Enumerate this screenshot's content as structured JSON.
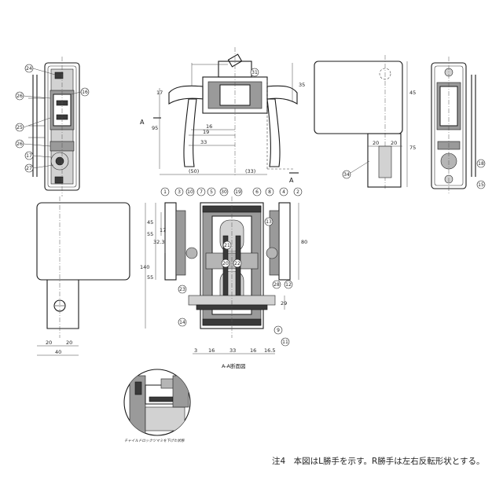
{
  "note": "注4　本図はL勝手を示す。R勝手は左右反転形状とする。",
  "section_label": "A-A断面図",
  "detail_caption": "チャイルドロックツマミを下げた状態",
  "section_marks": [
    "A",
    "A"
  ],
  "balloons": {
    "left_escutcheon": [
      "24",
      "16",
      "26",
      "25",
      "26",
      "17",
      "27"
    ],
    "handle_top": [
      "31"
    ],
    "right_escutcheon": [
      "18",
      "15"
    ],
    "cover": [
      "34"
    ],
    "section_top": [
      "1",
      "3",
      "10",
      "7",
      "5",
      "30",
      "19",
      "6",
      "8",
      "4",
      "2"
    ],
    "section_right": [
      "13",
      "28",
      "12"
    ],
    "section_bottom": [
      "9",
      "11",
      "14",
      "23"
    ],
    "section_inner": [
      "21",
      "20",
      "22"
    ]
  },
  "dimensions": {
    "handle": [
      "17",
      "35",
      "95",
      "16",
      "19",
      "33",
      "(50)",
      "(33)"
    ],
    "cover": [
      "20",
      "20",
      "45",
      "75"
    ],
    "plate": [
      "20",
      "20",
      "40",
      "140"
    ],
    "section": [
      "45",
      "55",
      "32.3",
      "17",
      "55",
      "80",
      "29",
      "3",
      "16",
      "33",
      "16",
      "16.5"
    ]
  }
}
